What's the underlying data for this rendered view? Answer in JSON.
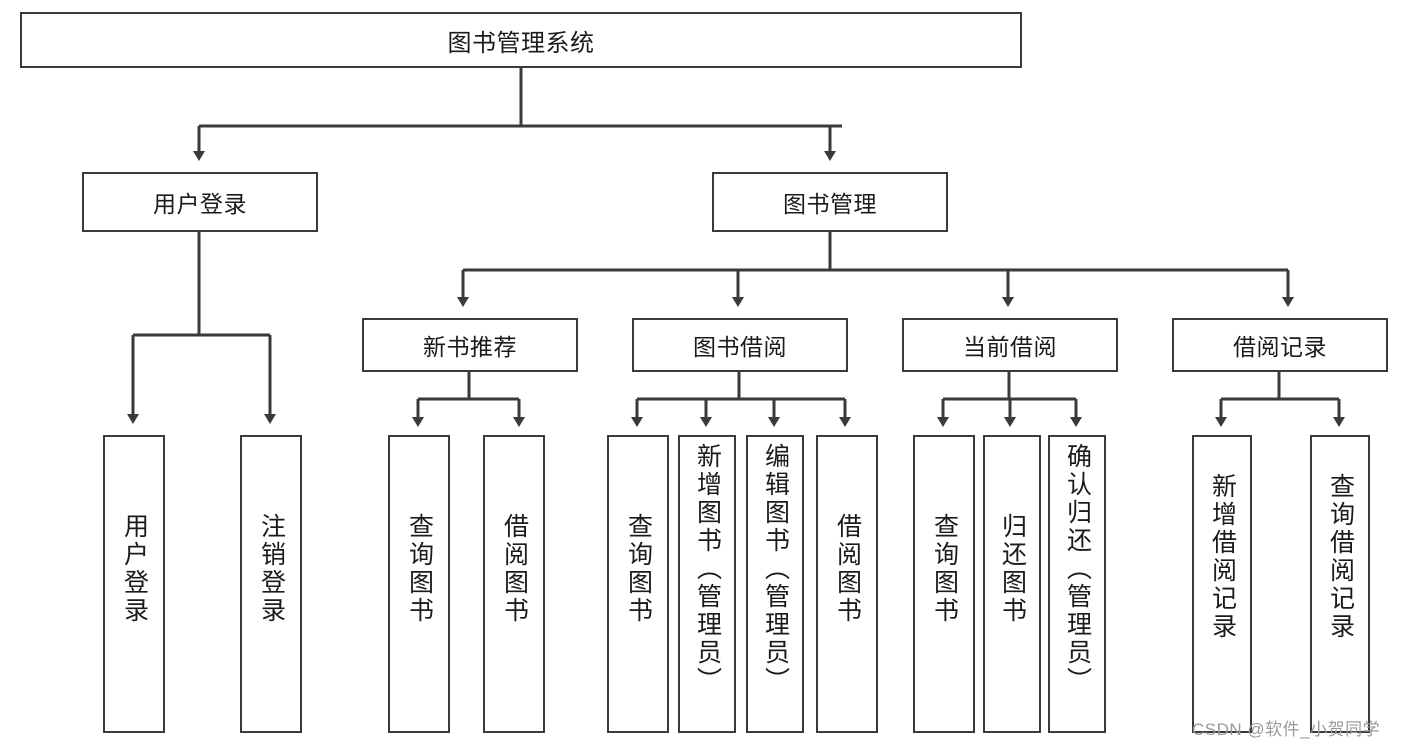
{
  "diagram": {
    "title": "图书管理系统",
    "type": "tree",
    "colors": {
      "stroke": "#3a3a3a",
      "fill": "#ffffff",
      "text": "#1b1b1b",
      "watermark": "#9a9a9a"
    },
    "root": {
      "label": "图书管理系统"
    },
    "level2": [
      {
        "id": "user-login",
        "label": "用户登录"
      },
      {
        "id": "book-management",
        "label": "图书管理"
      }
    ],
    "level3": [
      {
        "id": "new-book-recommend",
        "label": "新书推荐",
        "parent": "book-management"
      },
      {
        "id": "book-borrow",
        "label": "图书借阅",
        "parent": "book-management"
      },
      {
        "id": "current-borrow",
        "label": "当前借阅",
        "parent": "book-management"
      },
      {
        "id": "borrow-record",
        "label": "借阅记录",
        "parent": "book-management"
      }
    ],
    "leaves": [
      {
        "id": "leaf-user-login",
        "label": "用户登录",
        "parent": "user-login"
      },
      {
        "id": "leaf-logout-login",
        "label": "注销登录",
        "parent": "user-login"
      },
      {
        "id": "leaf-query-book-1",
        "label": "查询图书",
        "parent": "new-book-recommend"
      },
      {
        "id": "leaf-borrow-book-1",
        "label": "借阅图书",
        "parent": "new-book-recommend"
      },
      {
        "id": "leaf-query-book-2",
        "label": "查询图书",
        "parent": "book-borrow"
      },
      {
        "id": "leaf-add-book-admin",
        "label": "新增图书（管理员）",
        "parent": "book-borrow"
      },
      {
        "id": "leaf-edit-book-admin",
        "label": "编辑图书（管理员）",
        "parent": "book-borrow"
      },
      {
        "id": "leaf-borrow-book-2",
        "label": "借阅图书",
        "parent": "book-borrow"
      },
      {
        "id": "leaf-query-book-3",
        "label": "查询图书",
        "parent": "current-borrow"
      },
      {
        "id": "leaf-return-book",
        "label": "归还图书",
        "parent": "current-borrow"
      },
      {
        "id": "leaf-confirm-return-admin",
        "label": "确认归还（管理员）",
        "parent": "current-borrow"
      },
      {
        "id": "leaf-add-borrow-record",
        "label": "新增借阅记录",
        "parent": "borrow-record"
      },
      {
        "id": "leaf-query-borrow-record",
        "label": "查询借阅记录",
        "parent": "borrow-record"
      }
    ],
    "watermark": "CSDN @软件_小贺同学"
  }
}
